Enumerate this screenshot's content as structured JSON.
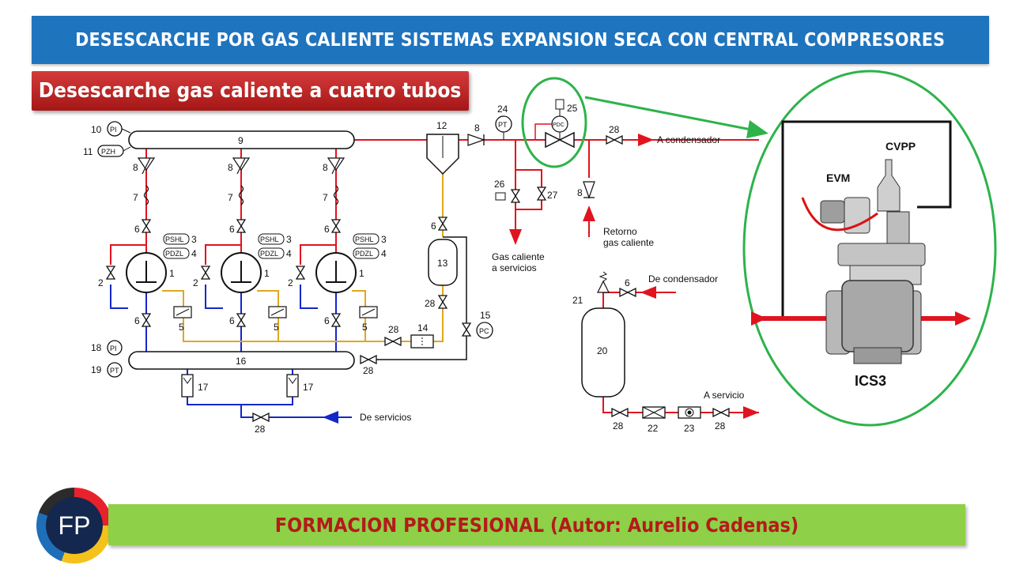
{
  "header": {
    "title": "DESESCARCHE POR GAS CALIENTE SISTEMAS EXPANSION SECA CON CENTRAL COMPRESORES"
  },
  "subtitle": "Desescarche gas caliente a cuatro tubos",
  "footer": {
    "text": "FORMACION PROFESIONAL  (Autor: Aurelio Cadenas)"
  },
  "logo": {
    "text": "FP"
  },
  "colors": {
    "discharge": "#e0141e",
    "suction": "#1428c8",
    "oil": "#e0a820",
    "highlight": "#2db34a",
    "banner": "#1f74be",
    "footer": "#8ed047"
  },
  "diagram": {
    "numbers": {
      "n10": "10",
      "n11": "11",
      "n9": "9",
      "n8": "8",
      "n7": "7",
      "n6": "6",
      "n3": "3",
      "n4": "4",
      "n1": "1",
      "n2": "2",
      "n5": "5",
      "n18": "18",
      "n19": "19",
      "n16": "16",
      "n17": "17",
      "n28": "28",
      "n12": "12",
      "n13": "13",
      "n14": "14",
      "n15": "15",
      "n24": "24",
      "n25": "25",
      "n26": "26",
      "n27": "27",
      "n21": "21",
      "n20": "20",
      "n22": "22",
      "n23": "23"
    },
    "tags": {
      "pi": "PI",
      "pzh": "PZH",
      "pt": "PT",
      "pshl": "PSHL",
      "pdzl": "PDZL",
      "pc": "PC",
      "pdc": "PDC"
    },
    "labels": {
      "to_condenser": "A condensador",
      "hot_gas_line1": "Gas caliente",
      "hot_gas_line2": "a servicios",
      "return_line1": "Retorno",
      "return_line2": "gas caliente",
      "from_condenser": "De condensador",
      "from_services": "De servicios",
      "to_service": "A servicio"
    }
  },
  "detail": {
    "evm": "EVM",
    "cvpp": "CVPP",
    "ics3": "ICS3"
  }
}
